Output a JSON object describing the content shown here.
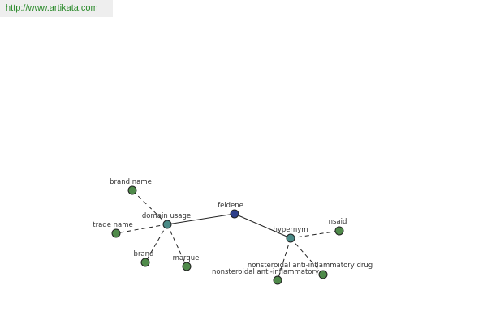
{
  "watermark": {
    "text": "http://www.artikata.com"
  },
  "graph": {
    "nodes": {
      "feldene": "feldene",
      "domain_usage": "domain usage",
      "hypernym": "hypernym",
      "brand_name": "brand name",
      "trade_name": "trade name",
      "brand": "brand",
      "marque": "marque",
      "nsaid": "nsaid",
      "nsaid_drug": "nonsteroidal anti-inflammatory drug",
      "nsaid_short": "nonsteroidal anti-inflammatory"
    },
    "colors": {
      "root": "#2e3f8a",
      "relation": "#4a8a86",
      "leaf": "#4f8a4a"
    }
  }
}
